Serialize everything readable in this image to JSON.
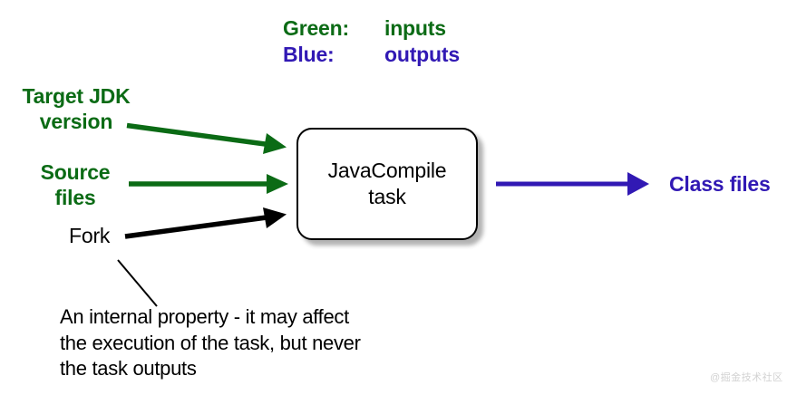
{
  "legend": {
    "rows": [
      {
        "key": "Green:",
        "value": "inputs",
        "color": "#0b6b15"
      },
      {
        "key": "Blue:",
        "value": "outputs",
        "color": "#3119b4"
      }
    ]
  },
  "inputs": [
    {
      "label": "Target JDK\nversion",
      "color": "#0b6b15",
      "arrow": "green-arrow-jdk"
    },
    {
      "label": "Source\nfiles",
      "color": "#0b6b15",
      "arrow": "green-arrow-source"
    },
    {
      "label": "Fork",
      "color": "#000000",
      "arrow": "black-arrow-fork"
    }
  ],
  "task": {
    "label": "JavaCompile\ntask"
  },
  "output": {
    "label": "Class files",
    "color": "#3119b4",
    "arrow": "blue-arrow-output"
  },
  "caption": {
    "text": "An internal property - it may affect\nthe execution of the task, but never\nthe task outputs"
  },
  "watermark": {
    "text": "@掘金技术社区"
  },
  "colors": {
    "green": "#0b6b15",
    "blue": "#3119b4",
    "black": "#000000",
    "background": "#ffffff",
    "shadow": "#b5b5b5"
  }
}
